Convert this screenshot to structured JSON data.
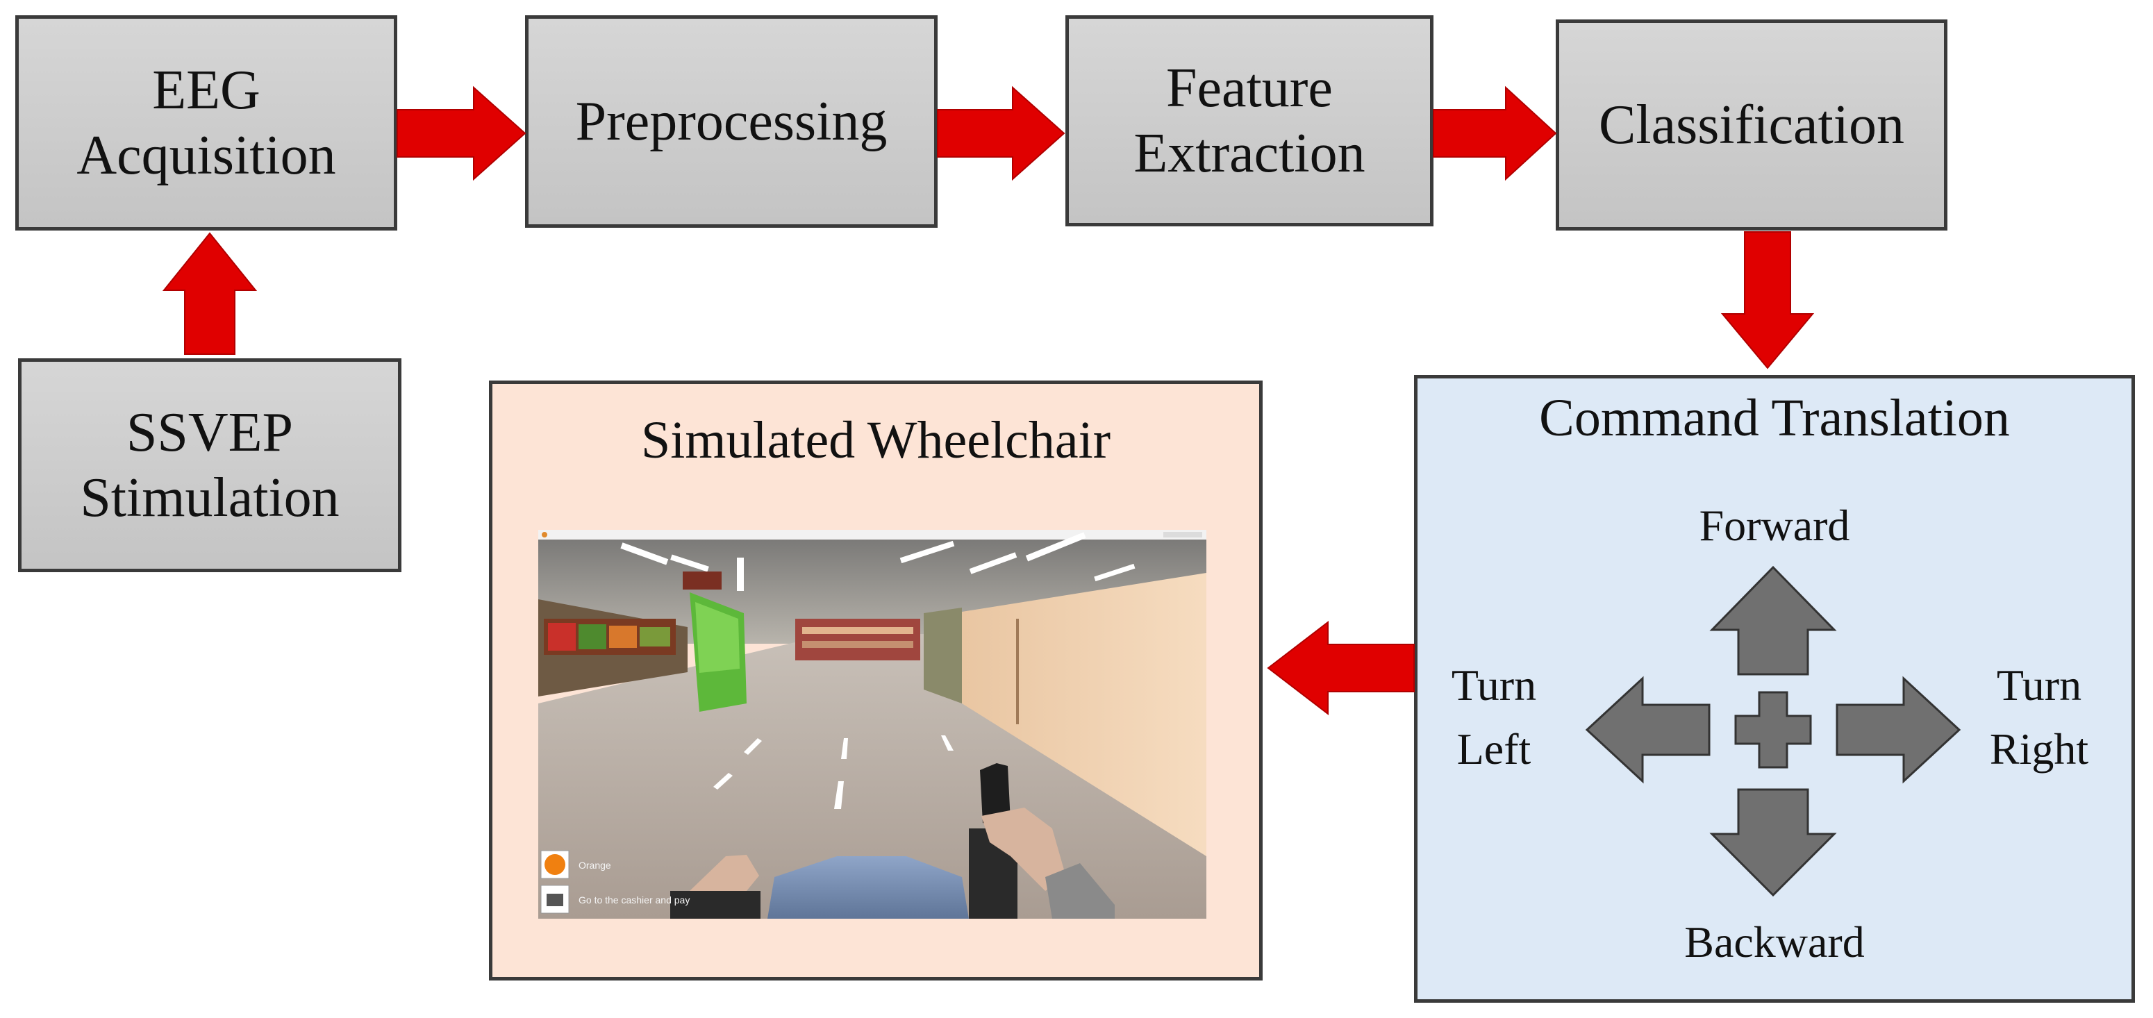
{
  "stages": {
    "eeg": {
      "line1": "EEG",
      "line2": "Acquisition"
    },
    "preprocessing": {
      "label": "Preprocessing"
    },
    "feature": {
      "line1": "Feature",
      "line2": "Extraction"
    },
    "classification": {
      "label": "Classification"
    },
    "ssvep": {
      "line1": "SSVEP",
      "line2": "Stimulation"
    }
  },
  "command_translation": {
    "title": "Command Translation",
    "forward": "Forward",
    "backward": "Backward",
    "turn_left": {
      "line1": "Turn",
      "line2": "Left"
    },
    "turn_right": {
      "line1": "Turn",
      "line2": "Right"
    }
  },
  "simulated_wheelchair": {
    "title": "Simulated Wheelchair",
    "hud": {
      "item_label": "Orange",
      "task_label": "Go to the cashier and pay"
    }
  },
  "colors": {
    "arrow": "#e00000",
    "stage_fill": "#c8c8c8",
    "command_panel_fill": "#dde9f6",
    "wheelchair_panel_fill": "#fde4d6",
    "direction_arrow_fill": "#707070"
  }
}
